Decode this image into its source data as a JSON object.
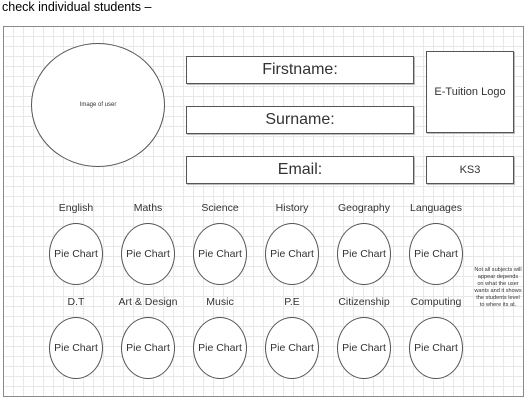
{
  "caption": "check individual students –",
  "profile": {
    "avatar_text": "Image of user",
    "firstname_label": "Firstname:",
    "surname_label": "Surname:",
    "email_label": "Email:",
    "logo_text": "E-Tuition Logo",
    "level": "KS3"
  },
  "subjects": [
    {
      "name": "English",
      "chart": "Pie Chart"
    },
    {
      "name": "Maths",
      "chart": "Pie Chart"
    },
    {
      "name": "Science",
      "chart": "Pie Chart"
    },
    {
      "name": "History",
      "chart": "Pie Chart"
    },
    {
      "name": "Geography",
      "chart": "Pie Chart"
    },
    {
      "name": "Languages",
      "chart": "Pie Chart"
    },
    {
      "name": "D.T",
      "chart": "Pie Chart"
    },
    {
      "name": "Art & Design",
      "chart": "Pie Chart"
    },
    {
      "name": "Music",
      "chart": "Pie Chart"
    },
    {
      "name": "P.E",
      "chart": "Pie Chart"
    },
    {
      "name": "Citizenship",
      "chart": "Pie Chart"
    },
    {
      "name": "Computing",
      "chart": "Pie Chart"
    }
  ],
  "note": "Not all subjects will appear depends on what the user wants and it shows the students level to where its at."
}
